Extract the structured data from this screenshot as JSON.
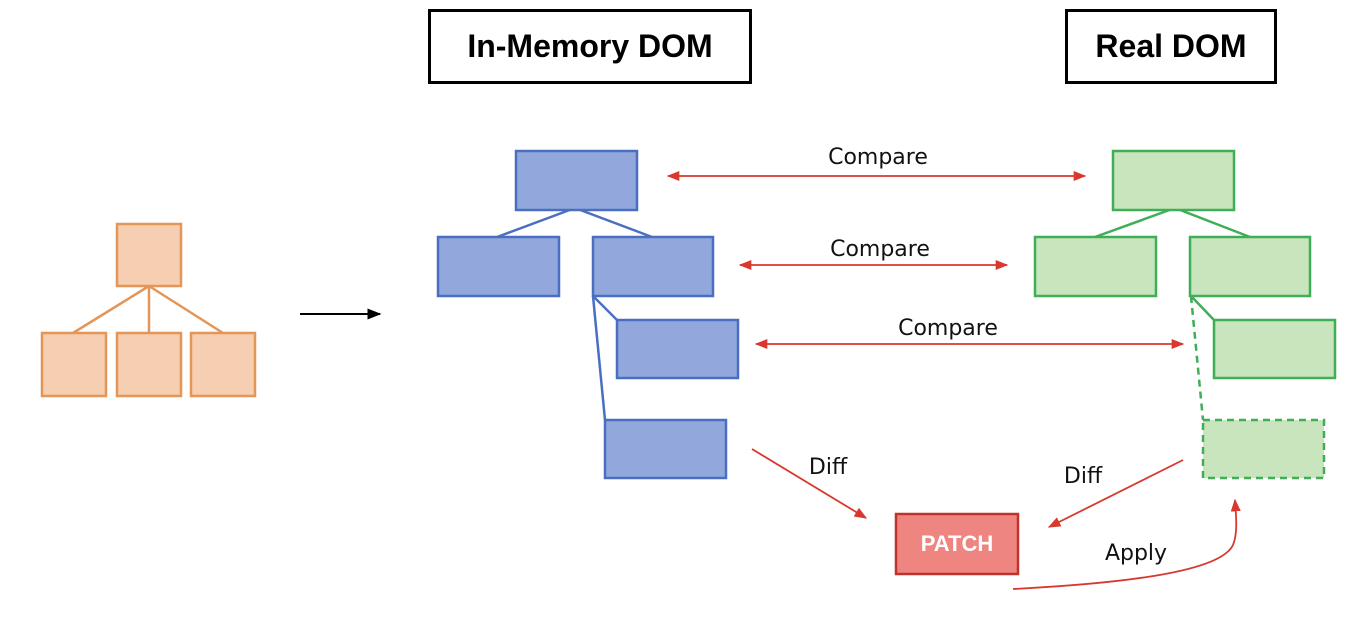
{
  "titles": {
    "in_memory": "In-Memory DOM",
    "real": "Real DOM"
  },
  "labels": {
    "compare_1": "Compare",
    "compare_2": "Compare",
    "compare_3": "Compare",
    "diff_left": "Diff",
    "diff_right": "Diff",
    "patch": "PATCH",
    "apply": "Apply"
  },
  "colors": {
    "orange_fill": "#f6cfb2",
    "orange_stroke": "#e39657",
    "blue_fill": "#92a8dc",
    "blue_stroke": "#4a6fc1",
    "green_fill": "#c9e5bd",
    "green_stroke": "#3fae57",
    "red_arrow": "#d9382e",
    "patch_fill": "#ee8580",
    "patch_stroke": "#c0332d"
  }
}
